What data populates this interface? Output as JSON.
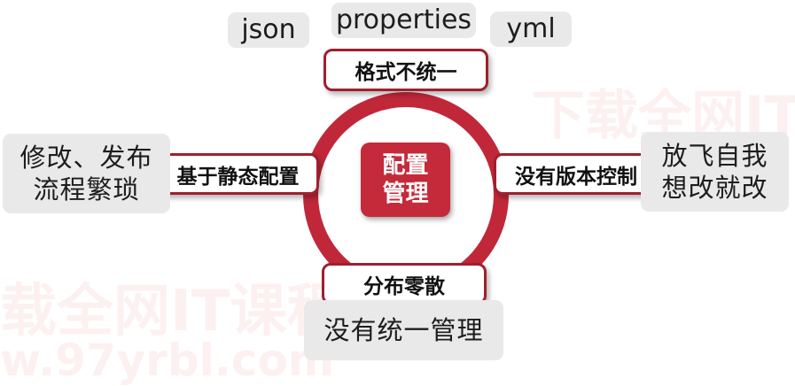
{
  "formats": {
    "json": "json",
    "properties": "properties",
    "yml": "yml"
  },
  "hub": {
    "line1": "配置",
    "line2": "管理"
  },
  "labels": {
    "top": "格式不统一",
    "left": "基于静态配置",
    "right": "没有版本控制",
    "bottom": "分布零散"
  },
  "notes": {
    "left_line1": "修改、发布",
    "left_line2": "流程繁琐",
    "right_line1": "放飞自我",
    "right_line2": "想改就改",
    "bottom": "没有统一管理"
  },
  "watermarks": {
    "upper": "下载全网IT",
    "lower": "载全网IT课程",
    "url": "w.97yrbl.com"
  },
  "colors": {
    "accent": "#c0283a",
    "border": "#a01f2c",
    "note_bg": "#e9e9e9"
  }
}
